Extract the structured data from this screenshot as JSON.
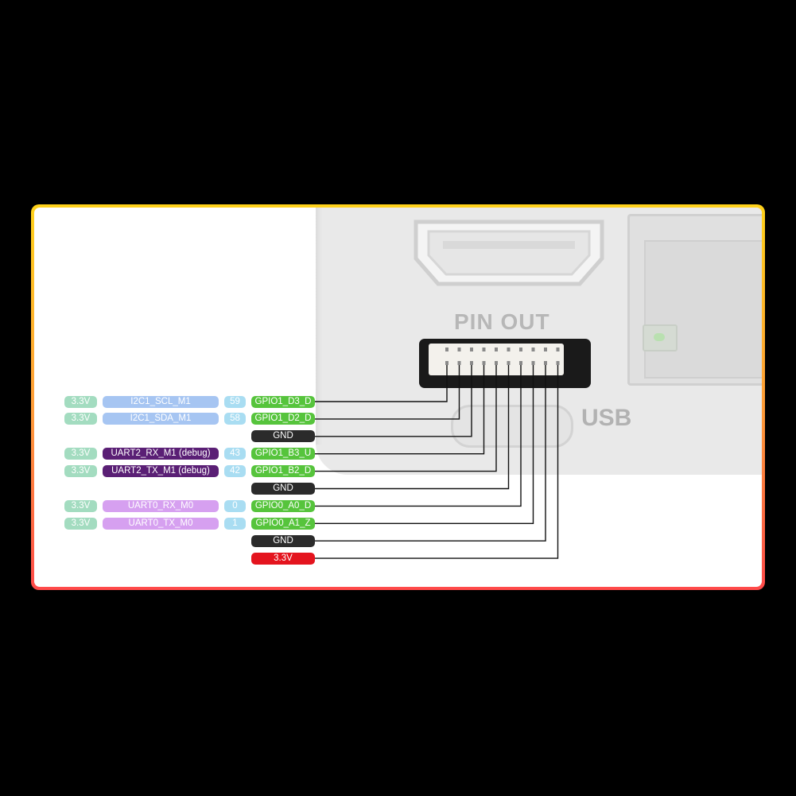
{
  "title": "PIN OUT",
  "usb_label": "USB",
  "colors": {
    "gpio": "#56c43c",
    "gnd": "#2b2b2b",
    "power": "#e4141e",
    "v33": "#a3dcc0",
    "num": "#a9ddf2",
    "i2c": "#a6c5f2",
    "uart2": "#5a1f75",
    "uart0": "#d6a0f0"
  },
  "pins": [
    {
      "voltage": "3.3V",
      "function": "I2C1_SCL_M1",
      "number": "59",
      "name": "GPIO1_D3_D",
      "kind": "gpio",
      "fkind": "i2c"
    },
    {
      "voltage": "3.3V",
      "function": "I2C1_SDA_M1",
      "number": "58",
      "name": "GPIO1_D2_D",
      "kind": "gpio",
      "fkind": "i2c"
    },
    {
      "name": "GND",
      "kind": "gnd"
    },
    {
      "voltage": "3.3V",
      "function": "UART2_RX_M1 (debug)",
      "number": "43",
      "name": "GPIO1_B3_U",
      "kind": "gpio",
      "fkind": "uart2"
    },
    {
      "voltage": "3.3V",
      "function": "UART2_TX_M1 (debug)",
      "number": "42",
      "name": "GPIO1_B2_D",
      "kind": "gpio",
      "fkind": "uart2"
    },
    {
      "name": "GND",
      "kind": "gnd"
    },
    {
      "voltage": "3.3V",
      "function": "UART0_RX_M0",
      "number": "0",
      "name": "GPIO0_A0_D",
      "kind": "gpio",
      "fkind": "uart0"
    },
    {
      "voltage": "3.3V",
      "function": "UART0_TX_M0",
      "number": "1",
      "name": "GPIO0_A1_Z",
      "kind": "gpio",
      "fkind": "uart0"
    },
    {
      "name": "GND",
      "kind": "gnd"
    },
    {
      "name": "3.3V",
      "kind": "pwr"
    }
  ]
}
